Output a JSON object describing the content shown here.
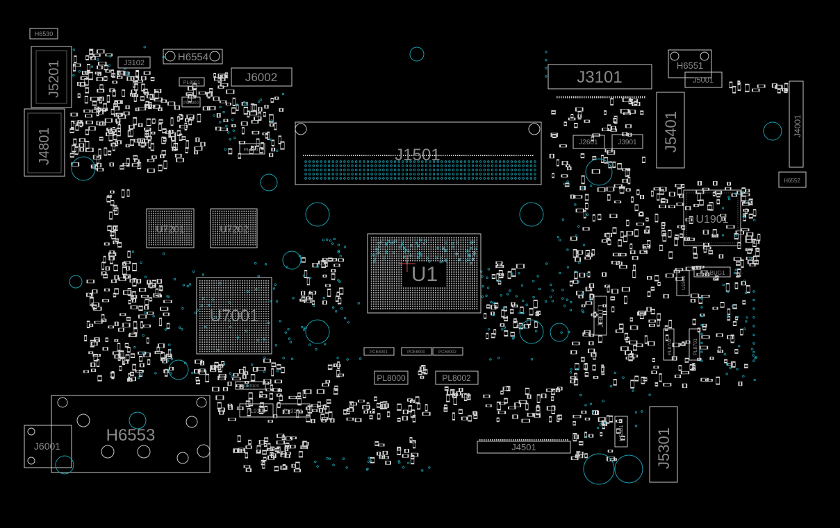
{
  "colors": {
    "background": "#000000",
    "outline": "#c8c8c8",
    "label": "#8a8a8a",
    "via": "#1a9fb0",
    "pad": "#d8d8d8",
    "marker": "#d04a4a"
  },
  "icon": "pcb-boardview",
  "labels": {
    "h6530": "H6530",
    "j5201": "J5201",
    "j3102": "J3102",
    "h6554": "H6554",
    "j6002": "J6002",
    "pl8901": "PL8901",
    "pd8900": "PD8900",
    "j4801": "J4801",
    "pl8601": "PL8601",
    "j1501": "J1501",
    "j3101": "J3101",
    "h6551": "H6551",
    "j5001": "J5001",
    "j5401": "J5401",
    "j2601": "J2601",
    "j3901": "J3901",
    "j4001": "J4001",
    "h6552": "H6552",
    "u7201": "U7201",
    "u7202": "U7202",
    "u1": "U1",
    "u1901": "U1901",
    "u7001": "U7001",
    "jdebug1": "JDEBUG1",
    "u1903": "U1903",
    "jhdt1": "JHDT1",
    "pl8702": "PL8702",
    "pl8701": "PL8701",
    "pl8000": "PL8000",
    "pl8002": "PL8002",
    "pl9100": "PL9100",
    "pl9101": "PL9101",
    "pce9100": "PCE9100",
    "pce8000": "PCE8000",
    "pce8001": "PCE8001",
    "pce8002": "PCE8002",
    "h6553": "H6553",
    "j6001": "J6001",
    "j4501": "J4501",
    "j5301": "J5301",
    "u5301": "U5301"
  }
}
